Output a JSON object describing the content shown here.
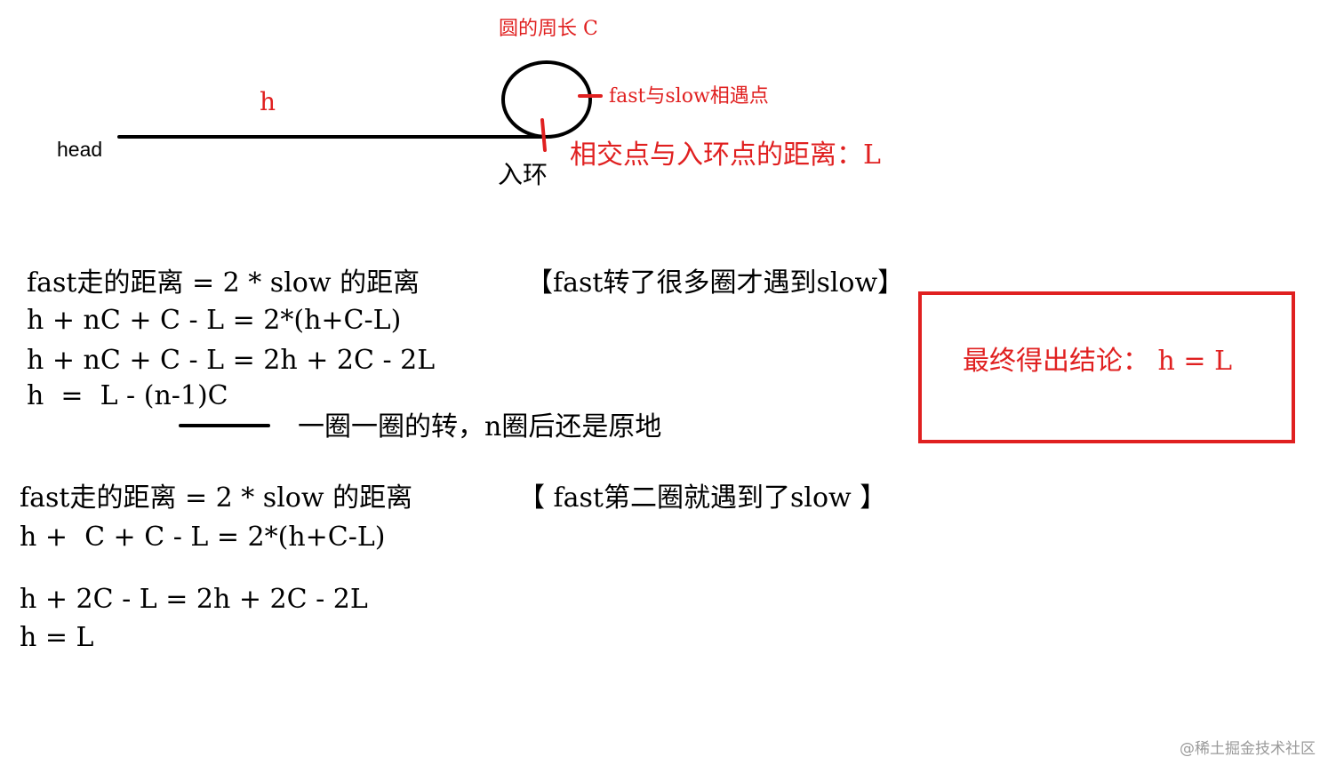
{
  "diagram": {
    "circumference_label": "圆的周长 C",
    "h_label": "h",
    "head_label": "head",
    "meet_point_label": "fast与slow相遇点",
    "entry_label": "入环",
    "distance_label": "相交点与入环点的距离：L",
    "colors": {
      "annotation": "#e02020",
      "ink": "#000000",
      "watermark": "#9a9a9a"
    }
  },
  "case1": {
    "line1_left": "fast走的距离 = 2 * slow 的距离",
    "line1_right": "【fast转了很多圈才遇到slow】",
    "line2": "h + nC + C - L = 2*(h+C-L)",
    "line3": "h + nC + C - L = 2h + 2C - 2L",
    "line4": "h  =  L - (n-1)C",
    "note": "一圈一圈的转，n圈后还是原地"
  },
  "conclusion": {
    "text": "最终得出结论： h = L"
  },
  "case2": {
    "line1_left": "fast走的距离 = 2 * slow 的距离",
    "line1_right": "【 fast第二圈就遇到了slow 】",
    "line2": "h +  C + C - L = 2*(h+C-L)",
    "line3": "h + 2C - L = 2h + 2C - 2L",
    "line4": "h = L"
  },
  "watermark": "@稀土掘金技术社区"
}
